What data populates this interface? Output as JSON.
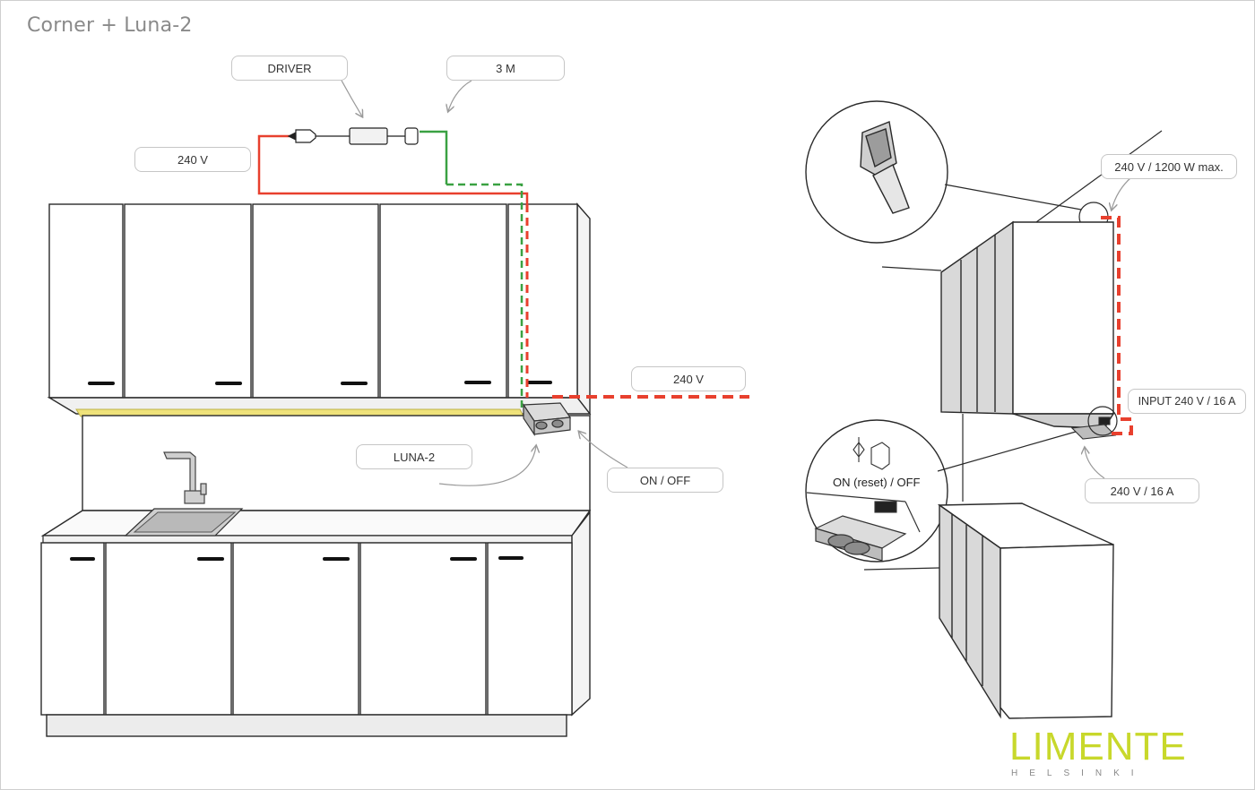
{
  "title": "Corner + Luna-2",
  "labels": {
    "driver": "DRIVER",
    "length": "3 M",
    "voltage_left": "240 V",
    "voltage_mid": "240 V",
    "luna": "LUNA-2",
    "on_off": "ON / OFF",
    "max_power": "240 V / 1200 W max.",
    "input": "INPUT 240 V / 16 A",
    "outlet": "240 V / 16 A",
    "reset": "ON (reset) / OFF"
  },
  "logo": {
    "main": "LIMENTE",
    "sub": "HELSINKI"
  },
  "colors": {
    "power_line": "#e8402e",
    "led_line": "#3aa142",
    "led_strip": "#efe27a",
    "outline": "#2a2a2a",
    "brand": "#c8d82b"
  },
  "icons": [
    "plug-icon",
    "driver-box-icon",
    "connector-icon",
    "socket-icon",
    "switch-icon",
    "connector-zoom-icon"
  ]
}
